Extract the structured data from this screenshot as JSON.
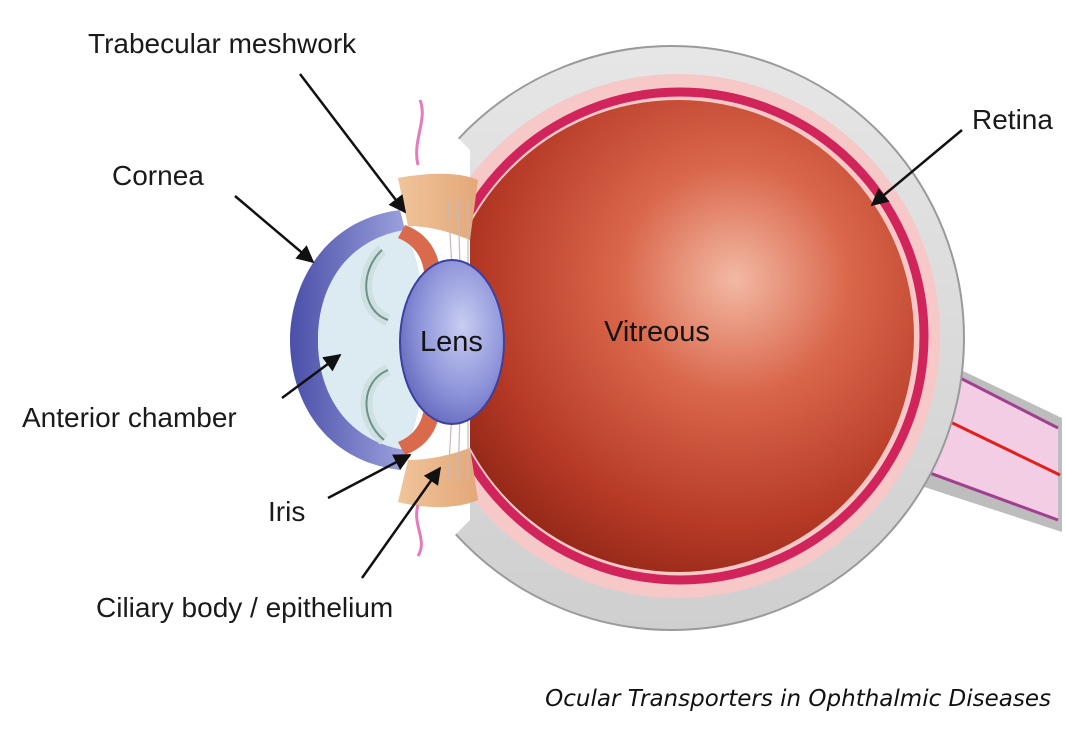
{
  "labels": {
    "trabecular_meshwork": "Trabecular meshwork",
    "cornea": "Cornea",
    "anterior_chamber": "Anterior chamber",
    "iris": "Iris",
    "ciliary_body": "Ciliary body / epithelium",
    "retina": "Retina",
    "lens": "Lens",
    "vitreous": "Vitreous"
  },
  "caption": "Ocular Transporters in Ophthalmic Diseases"
}
